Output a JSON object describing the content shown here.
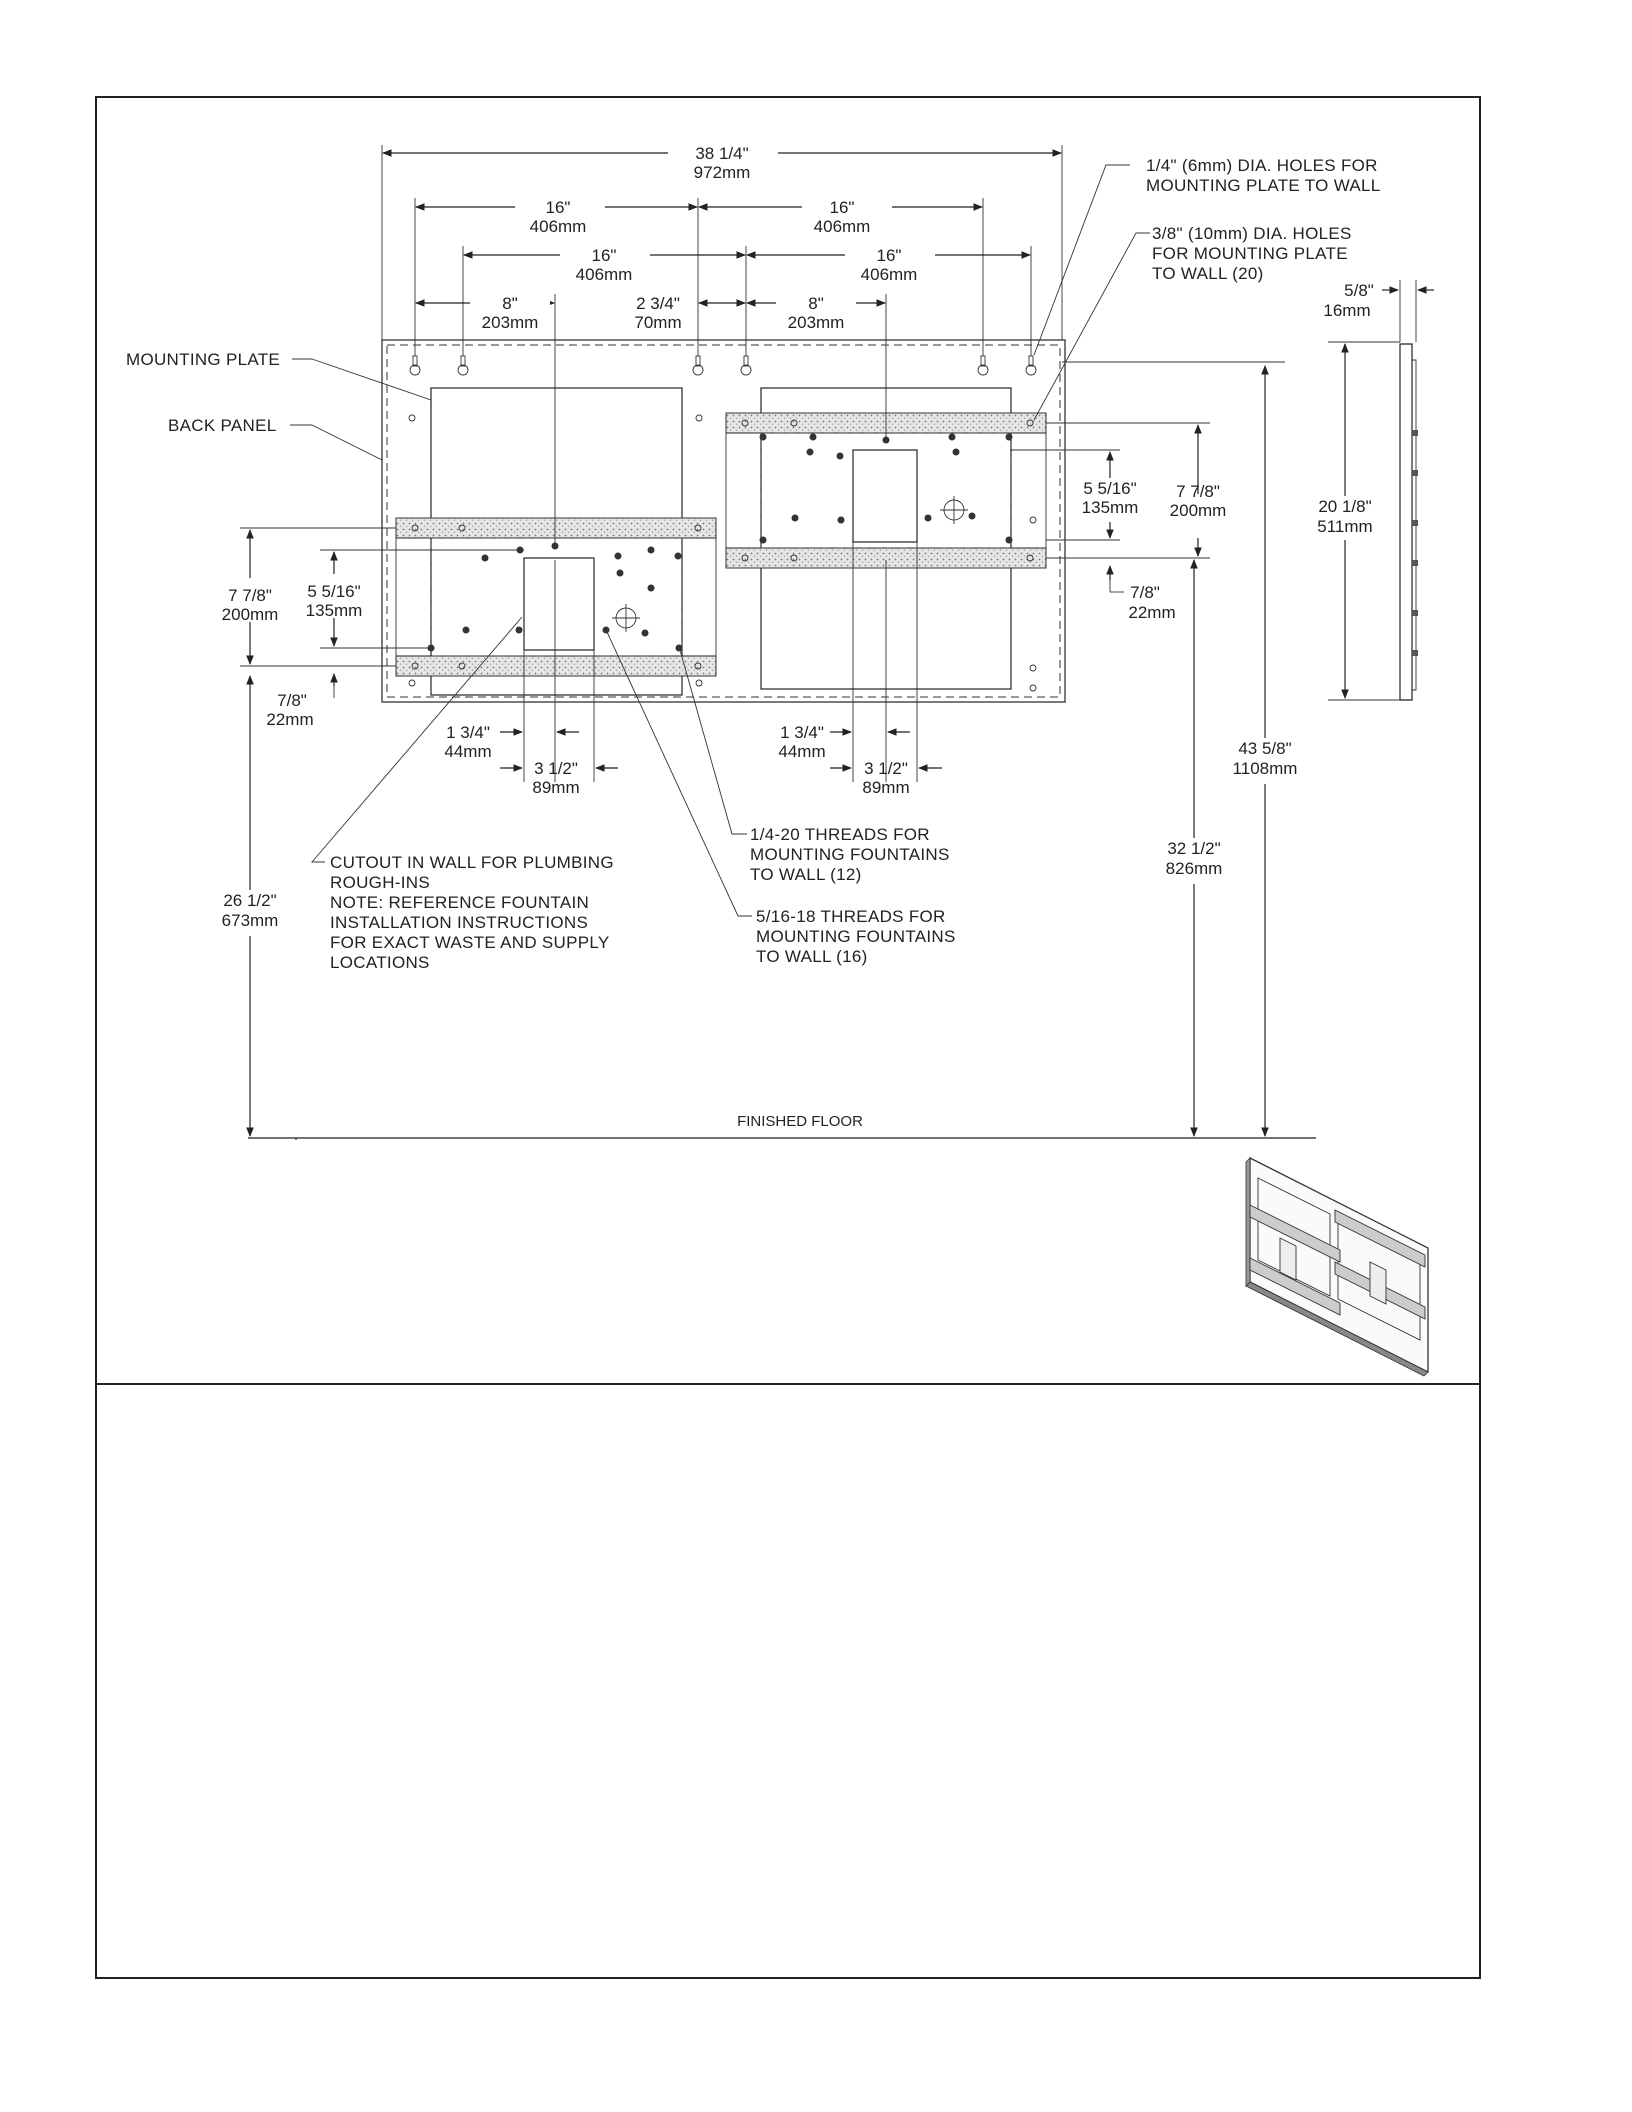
{
  "labels": {
    "mounting_plate": "MOUNTING PLATE",
    "back_panel": "BACK PANEL",
    "holes_quarter_1": "1/4\" (6mm) DIA. HOLES FOR",
    "holes_quarter_2": "MOUNTING PLATE TO WALL",
    "holes_3_8_1": "3/8\" (10mm) DIA. HOLES",
    "holes_3_8_2": "FOR MOUNTING PLATE",
    "holes_3_8_3": "TO WALL (20)",
    "cutout_1": "CUTOUT IN WALL FOR PLUMBING",
    "cutout_2": "ROUGH-INS",
    "cutout_3": "NOTE: REFERENCE FOUNTAIN",
    "cutout_4": "INSTALLATION INSTRUCTIONS",
    "cutout_5": "FOR EXACT WASTE AND SUPPLY",
    "cutout_6": "LOCATIONS",
    "threads_14_1": "1/4-20 THREADS FOR",
    "threads_14_2": "MOUNTING FOUNTAINS",
    "threads_14_3": "TO WALL (12)",
    "threads_516_1": "5/16-18 THREADS FOR",
    "threads_516_2": "MOUNTING FOUNTAINS",
    "threads_516_3": "TO WALL (16)",
    "finished_floor": "FINISHED FLOOR"
  },
  "dimensions": {
    "overall_in": "38 1/4\"",
    "overall_mm": "972mm",
    "top16a_in": "16\"",
    "top16a_mm": "406mm",
    "top16b_in": "16\"",
    "top16b_mm": "406mm",
    "mid16a_in": "16\"",
    "mid16a_mm": "406mm",
    "mid16b_in": "16\"",
    "mid16b_mm": "406mm",
    "eight_a_in": "8\"",
    "eight_a_mm": "203mm",
    "gap_in": "2 3/4\"",
    "gap_mm": "70mm",
    "eight_b_in": "8\"",
    "eight_b_mm": "203mm",
    "depth_in": "5/8\"",
    "depth_mm": "16mm",
    "side_height_in": "20 1/8\"",
    "side_height_mm": "511mm",
    "r_five_in": "5 5/16\"",
    "r_five_mm": "135mm",
    "r_seven_in": "7 7/8\"",
    "r_seven_mm": "200mm",
    "r_seveneighths_in": "7/8\"",
    "r_seveneighths_mm": "22mm",
    "l_seven_in": "7 7/8\"",
    "l_seven_mm": "200mm",
    "l_five_in": "5 5/16\"",
    "l_five_mm": "135mm",
    "l_seveneighths_in": "7/8\"",
    "l_seveneighths_mm": "22mm",
    "l_134_in": "1 3/4\"",
    "l_134_mm": "44mm",
    "l_312_in": "3 1/2\"",
    "l_312_mm": "89mm",
    "r_134_in": "1 3/4\"",
    "r_134_mm": "44mm",
    "r_312_in": "3 1/2\"",
    "r_312_mm": "89mm",
    "floor_26_in": "26 1/2\"",
    "floor_26_mm": "673mm",
    "floor_32_in": "32 1/2\"",
    "floor_32_mm": "826mm",
    "floor_43_in": "43 5/8\"",
    "floor_43_mm": "1108mm"
  }
}
